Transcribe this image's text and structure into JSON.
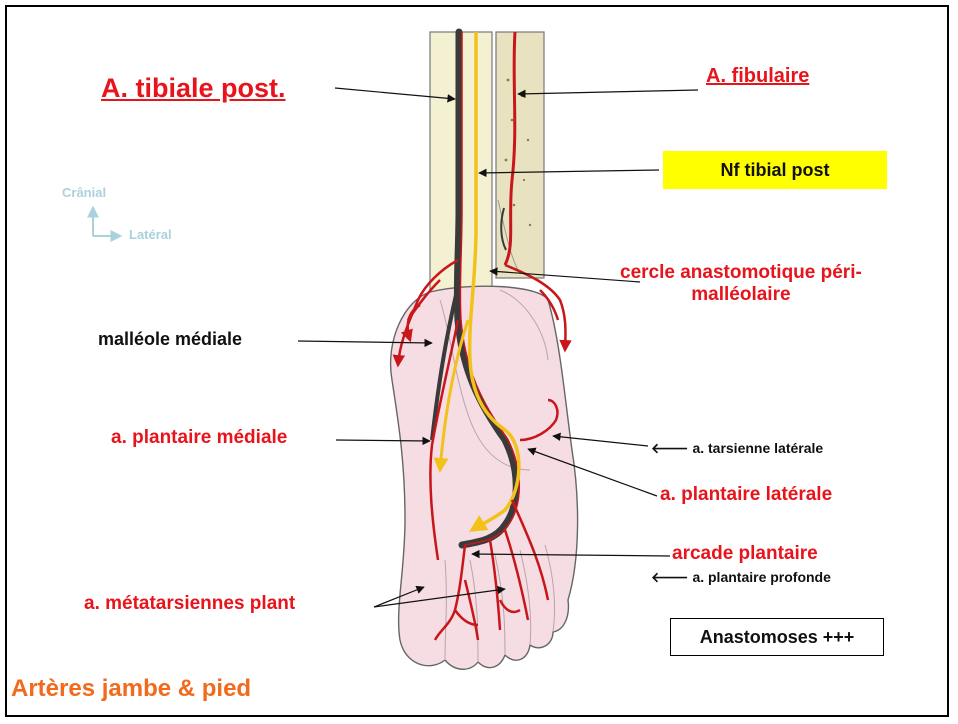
{
  "labels": {
    "tibiale_post": "A. tibiale post.",
    "fibulaire": "A. fibulaire",
    "nf_tibial": "Nf tibial post",
    "cercle_line1": "cercle anastomotique péri-",
    "cercle_line2": "malléolaire",
    "malleole": "malléole médiale",
    "plantaire_mediale": "a. plantaire médiale",
    "tarsienne": "a. tarsienne latérale",
    "plantaire_laterale": "a.  plantaire latérale",
    "arcade": "arcade plantaire",
    "plantaire_profonde": "a. plantaire profonde",
    "metatarsiennes": "a. métatarsiennes plant",
    "anastomoses": "Anastomoses +++",
    "footer": "Artères jambe & pied"
  },
  "orientation": {
    "cranial": "Crânial",
    "lateral": "Latéral"
  },
  "arrow_glyph": "🡐",
  "colors": {
    "label_red": "#e8141c",
    "highlight_yellow": "#ffff00",
    "footer_orange": "#f26a1b",
    "orientation_blue": "#a9d2dc",
    "artery_red": "#c8161a",
    "nerve_yellow": "#f2c21a",
    "artery_dark": "#3a3a3a"
  }
}
